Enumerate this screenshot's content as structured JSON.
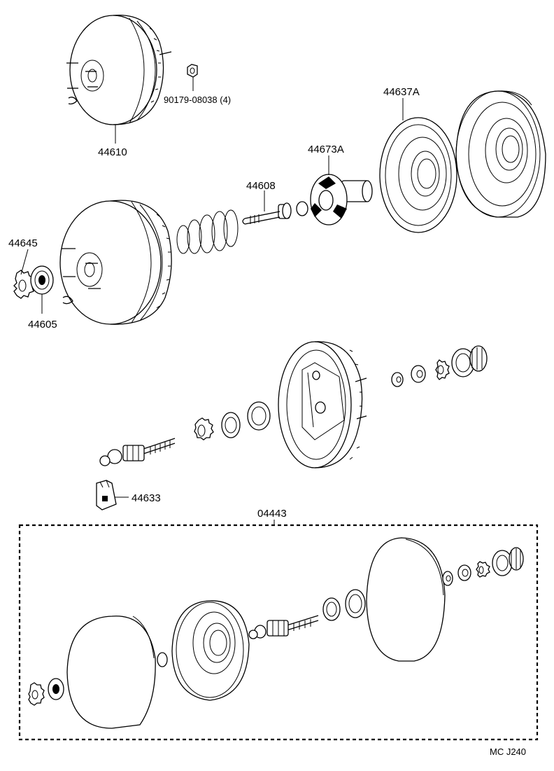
{
  "labels": {
    "booster_top": "44610",
    "nut": "90179-08038 (4)",
    "piston_seal": "44637A",
    "valve_body": "44673A",
    "push_rod": "44608",
    "clip": "44645",
    "bushing": "44605",
    "retainer": "44633",
    "kit": "04443"
  },
  "diagram_code": "MC  J240"
}
